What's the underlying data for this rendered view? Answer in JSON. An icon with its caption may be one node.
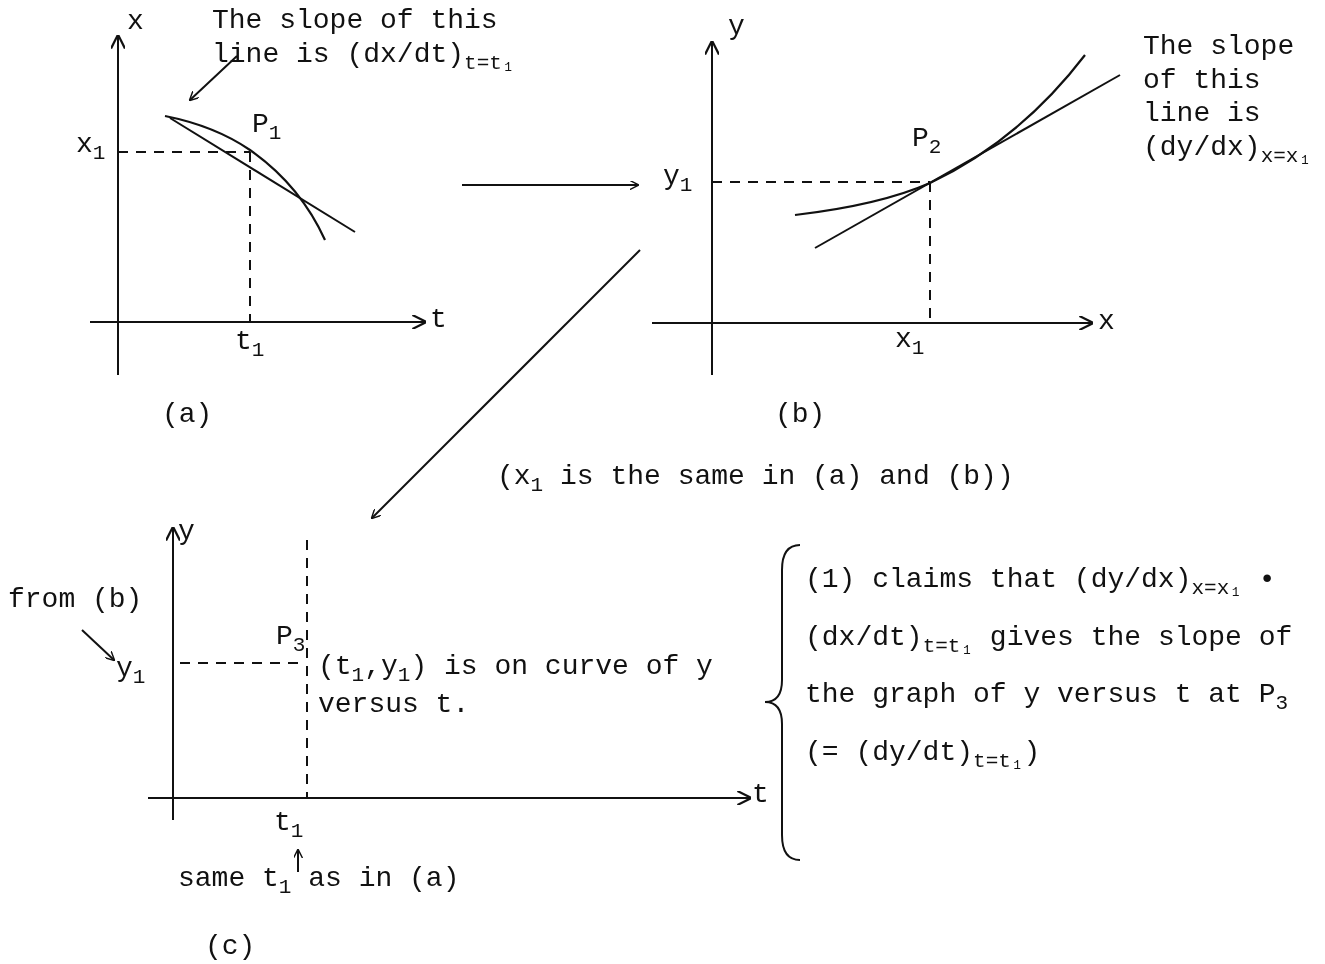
{
  "diagram": {
    "nodes": [
      {
        "text": [
          "(a)"
        ]
      },
      {
        "text": [
          "(b)"
        ]
      },
      {
        "text": [
          "(c)"
        ]
      },
      {
        "text": [
          "The slope of this line is (dx/dt)$_{t=t₁}$"
        ]
      },
      {
        "text": [
          "from (b)"
        ],
        "in": 2
      },
      {
        "text": [
          "y$_{1}$"
        ],
        "in": 2
      },
      {
        "text": [
          "same t$_{1}$ as in (a)"
        ],
        "in": 2
      },
      {
        "text": [
          "t$_{1}$"
        ],
        "in": 2
      }
    ],
    "edges": [
      {
        "from": 0,
        "to": 1,
        "arrow": "to"
      },
      {
        "from": 1,
        "to": 2,
        "arrow": "to"
      },
      {
        "from": 3,
        "to": 0,
        "arrow": "to"
      },
      {
        "from": 4,
        "to": 5,
        "arrow": "to"
      },
      {
        "from": 6,
        "to": 7,
        "arrow": "to"
      }
    ],
    "labels": [
      "x",
      "x$_{1}$",
      "P$_{1}$",
      "t",
      "t$_{1}$",
      "y",
      "The slope of this line is (dy/dx)$_{x=x₁}$",
      "y$_{1}$",
      "P$_{2}$",
      "x",
      "x$_{1}$",
      "(x$_{1}$ is the same in (a) and (b))",
      "y",
      "P$_{3}$",
      "(t$_{1}$,y$_{1}$) is on curve of y versus t.",
      "t",
      "(1) claims that (dy/dx)$_{x=x₁}$ • (dx/dt)$_{t=t₁}$ gives the slope of the graph of y versus t at P$_{3}$ (= (dy/dt)$_{t=t₁}$)"
    ]
  }
}
